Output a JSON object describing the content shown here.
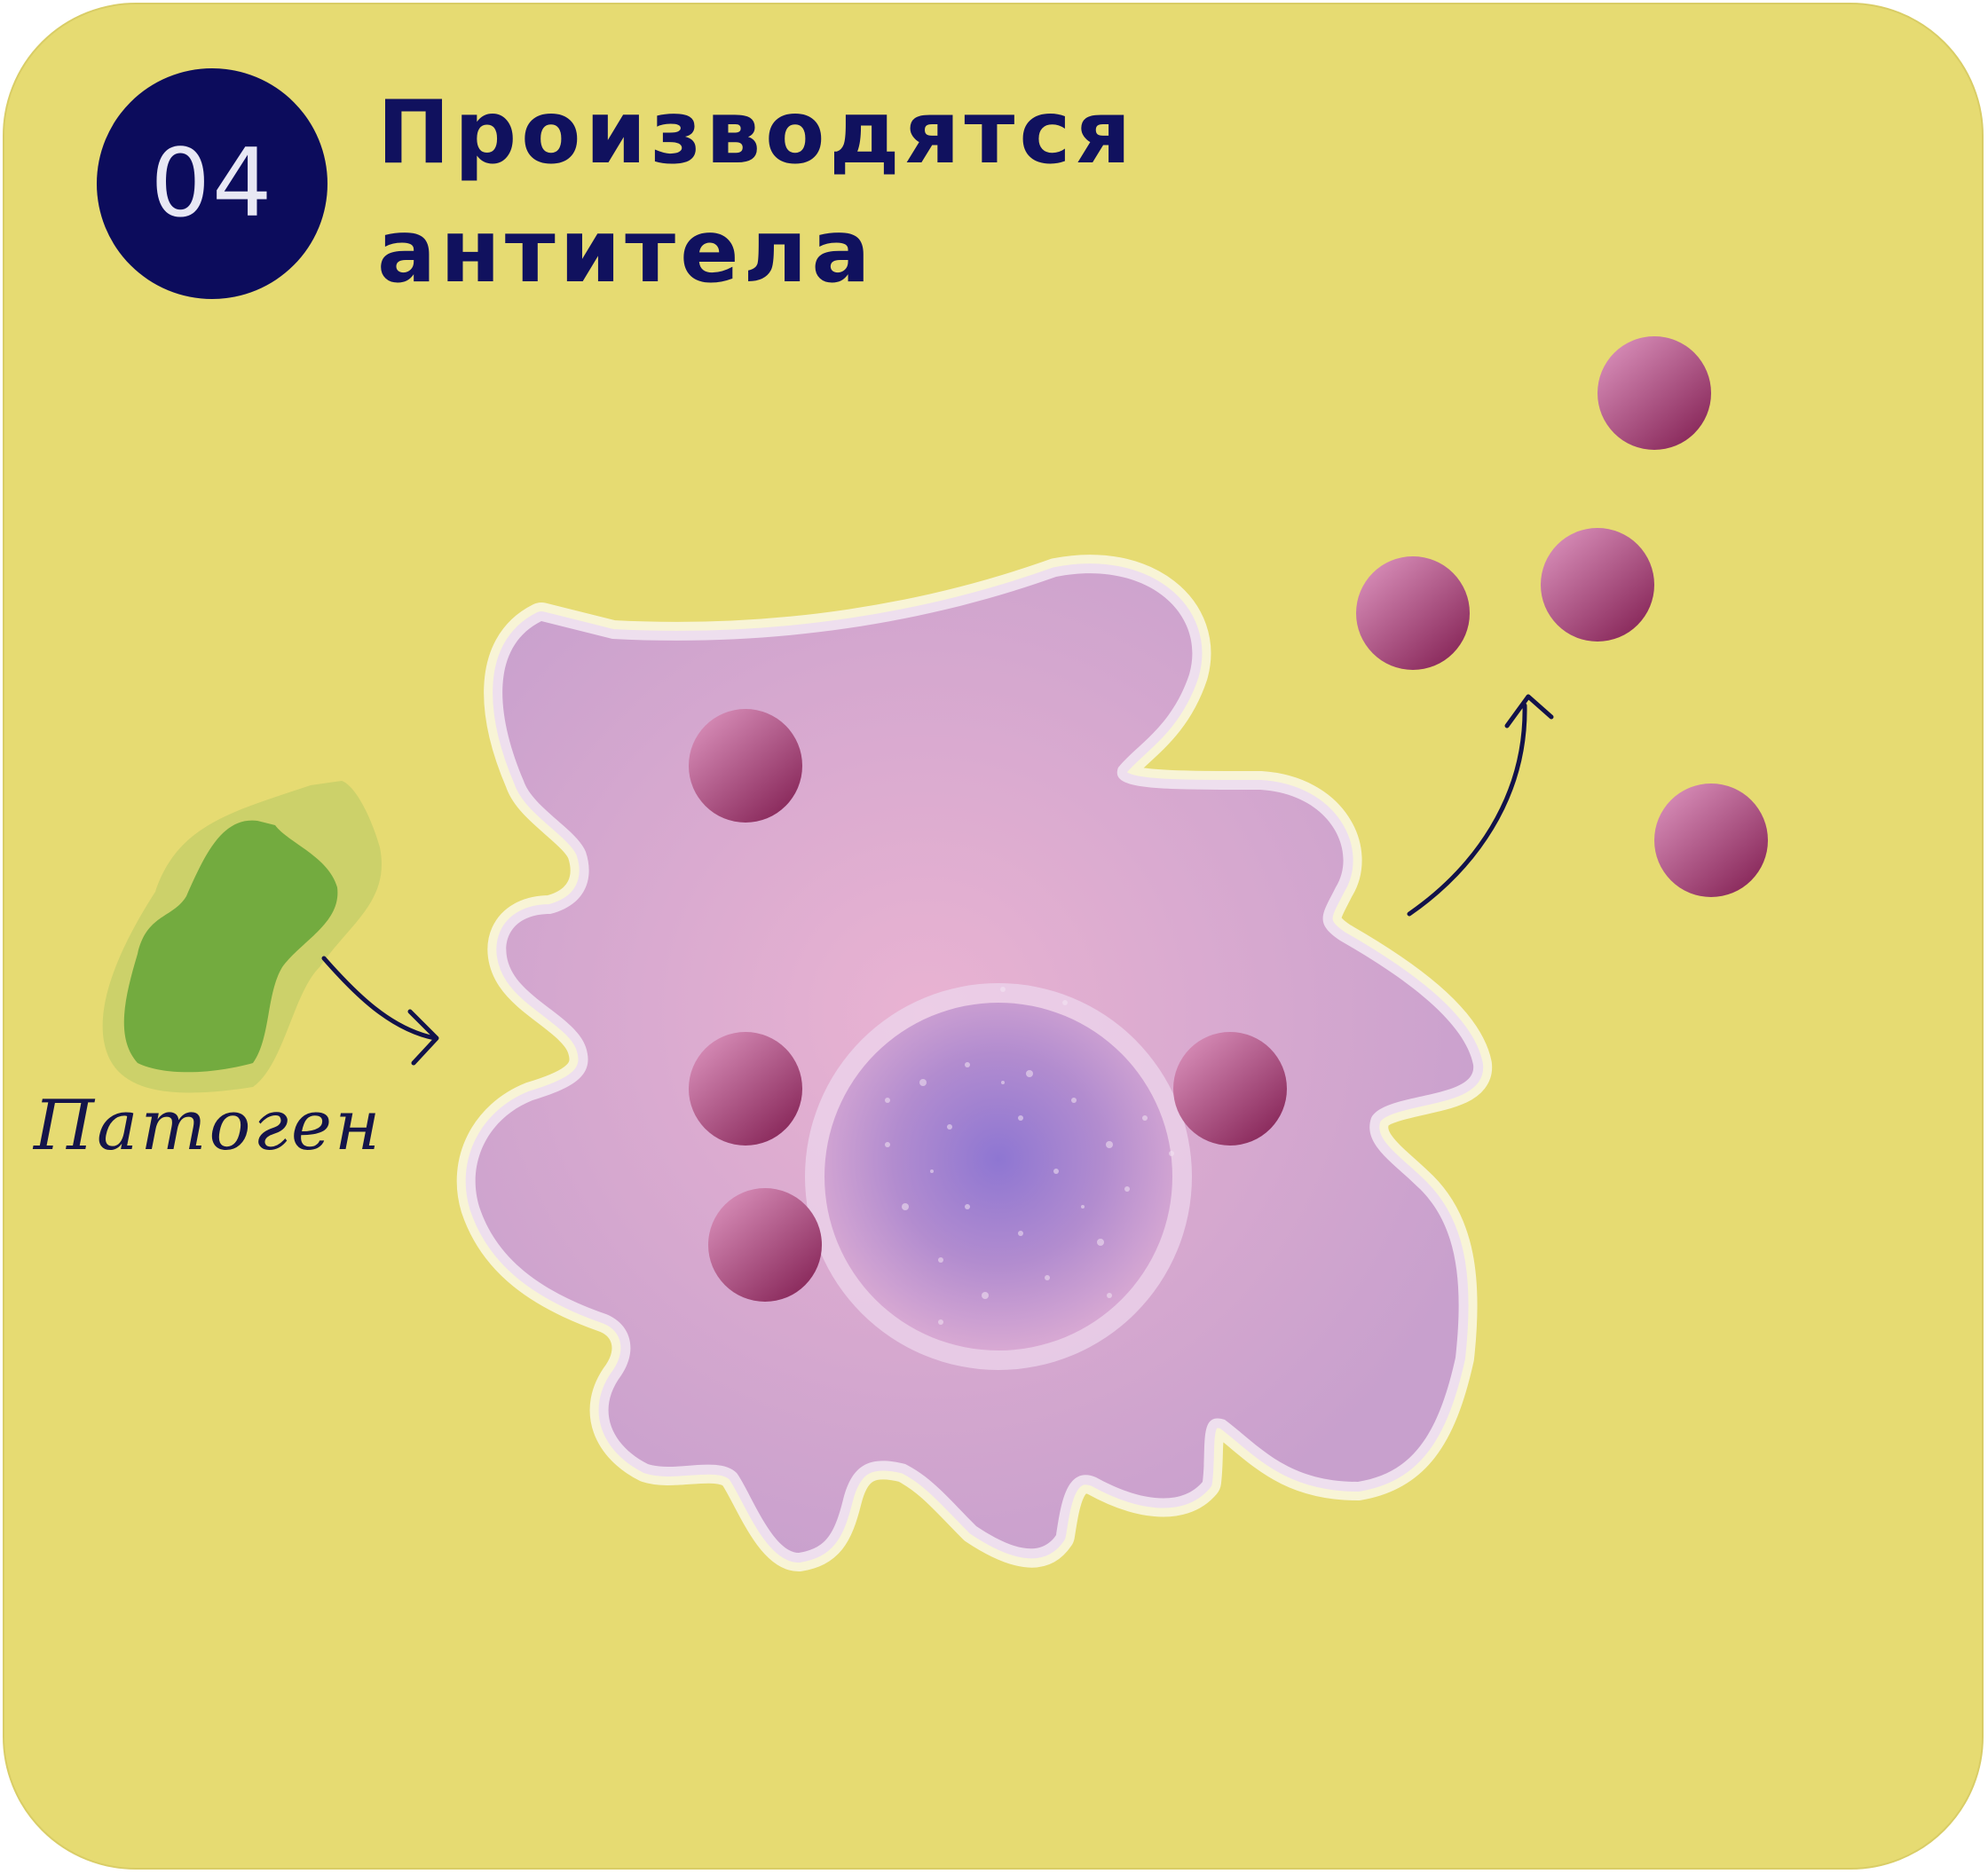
{
  "colors": {
    "background": "#e6db72",
    "badge": "#0c0c5c",
    "title": "#10115e",
    "pathogen": "#73ab3f",
    "cell": "#d4a6cf",
    "antibody": "#a0406f"
  },
  "header": {
    "step_number": "04",
    "title_line1": "Производятся",
    "title_line2": "антитела"
  },
  "labels": {
    "pathogen": "Патоген"
  },
  "icons": [
    "arrow-icon",
    "arrow-icon"
  ]
}
